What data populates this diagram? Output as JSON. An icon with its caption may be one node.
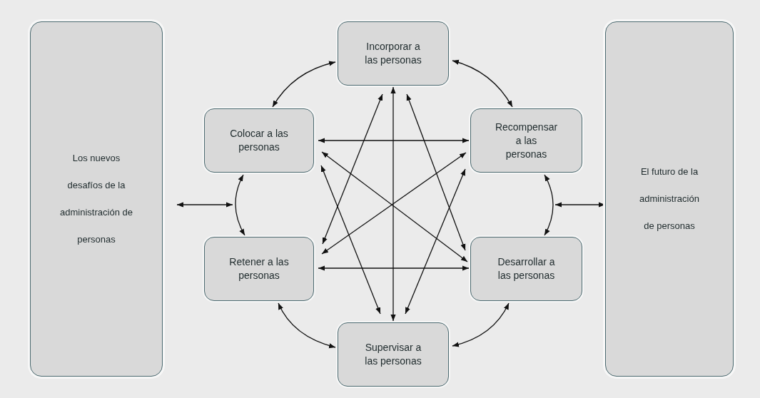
{
  "diagram": {
    "nodes": [
      {
        "text": [
          "Los nuevos desafíos de la administración de personas"
        ]
      },
      {
        "text": [
          "Incorporar a las personas"
        ]
      },
      {
        "text": [
          "Colocar a las personas"
        ]
      },
      {
        "text": [
          "Recompensar a las personas"
        ]
      },
      {
        "text": [
          "Retener a las personas"
        ]
      },
      {
        "text": [
          "Desarrollar a las personas"
        ]
      },
      {
        "text": [
          "Supervisar a las personas"
        ]
      },
      {
        "text": [
          "El futuro de la administración de personas"
        ]
      }
    ],
    "edges": [
      {
        "from": 1,
        "to": 2,
        "arrow": "both"
      },
      {
        "from": 1,
        "to": 3,
        "arrow": "both"
      },
      {
        "from": 2,
        "to": 4,
        "arrow": "both"
      },
      {
        "from": 3,
        "to": 5,
        "arrow": "both"
      },
      {
        "from": 4,
        "to": 6,
        "arrow": "both"
      },
      {
        "from": 5,
        "to": 6,
        "arrow": "both"
      },
      {
        "from": 1,
        "to": 6,
        "arrow": "both"
      },
      {
        "from": 2,
        "to": 3,
        "arrow": "both"
      },
      {
        "from": 4,
        "to": 5,
        "arrow": "both"
      },
      {
        "from": 2,
        "to": 5,
        "arrow": "both"
      },
      {
        "from": 3,
        "to": 4,
        "arrow": "both"
      },
      {
        "from": 1,
        "to": 4,
        "arrow": "both"
      },
      {
        "from": 1,
        "to": 5,
        "arrow": "both"
      },
      {
        "from": 2,
        "to": 6,
        "arrow": "both"
      },
      {
        "from": 3,
        "to": 6,
        "arrow": "both"
      },
      {
        "from": 0,
        "to": null,
        "arrow": "both"
      },
      {
        "from": 7,
        "to": null,
        "arrow": "both"
      }
    ]
  }
}
